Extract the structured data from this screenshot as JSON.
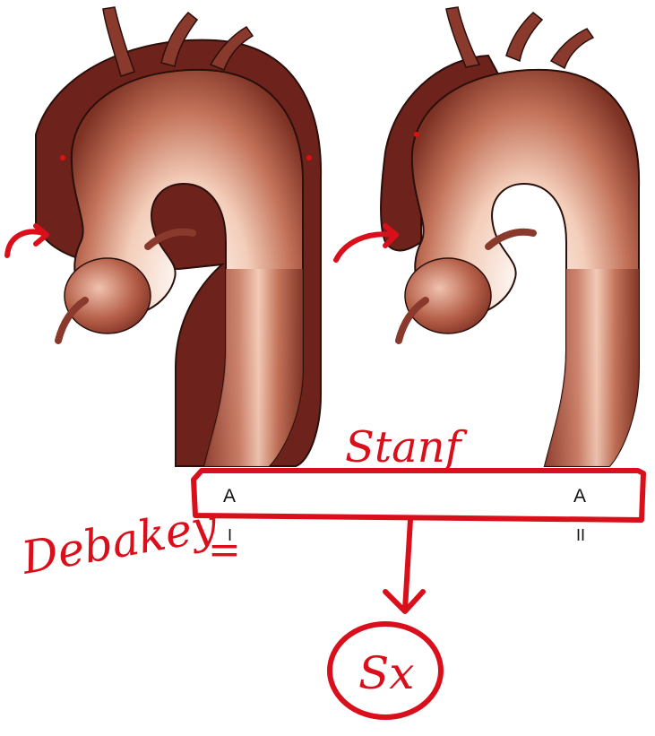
{
  "figure": {
    "left_panel": {
      "top_label": "A",
      "bottom_label": "I"
    },
    "right_panel": {
      "top_label": "A",
      "bottom_label": "II"
    }
  },
  "annotations": {
    "stanford_text": "Stanf",
    "debakey_text": "Debakey",
    "debakey_mark": "=",
    "treatment_text": "Sx",
    "ink_color": "#d9101c"
  },
  "colors": {
    "vessel_light": "#f2c4b0",
    "vessel_mid": "#b8614a",
    "vessel_dark": "#7a2d22",
    "false_lumen": "#6e221c",
    "outline": "#2a0f0b"
  }
}
